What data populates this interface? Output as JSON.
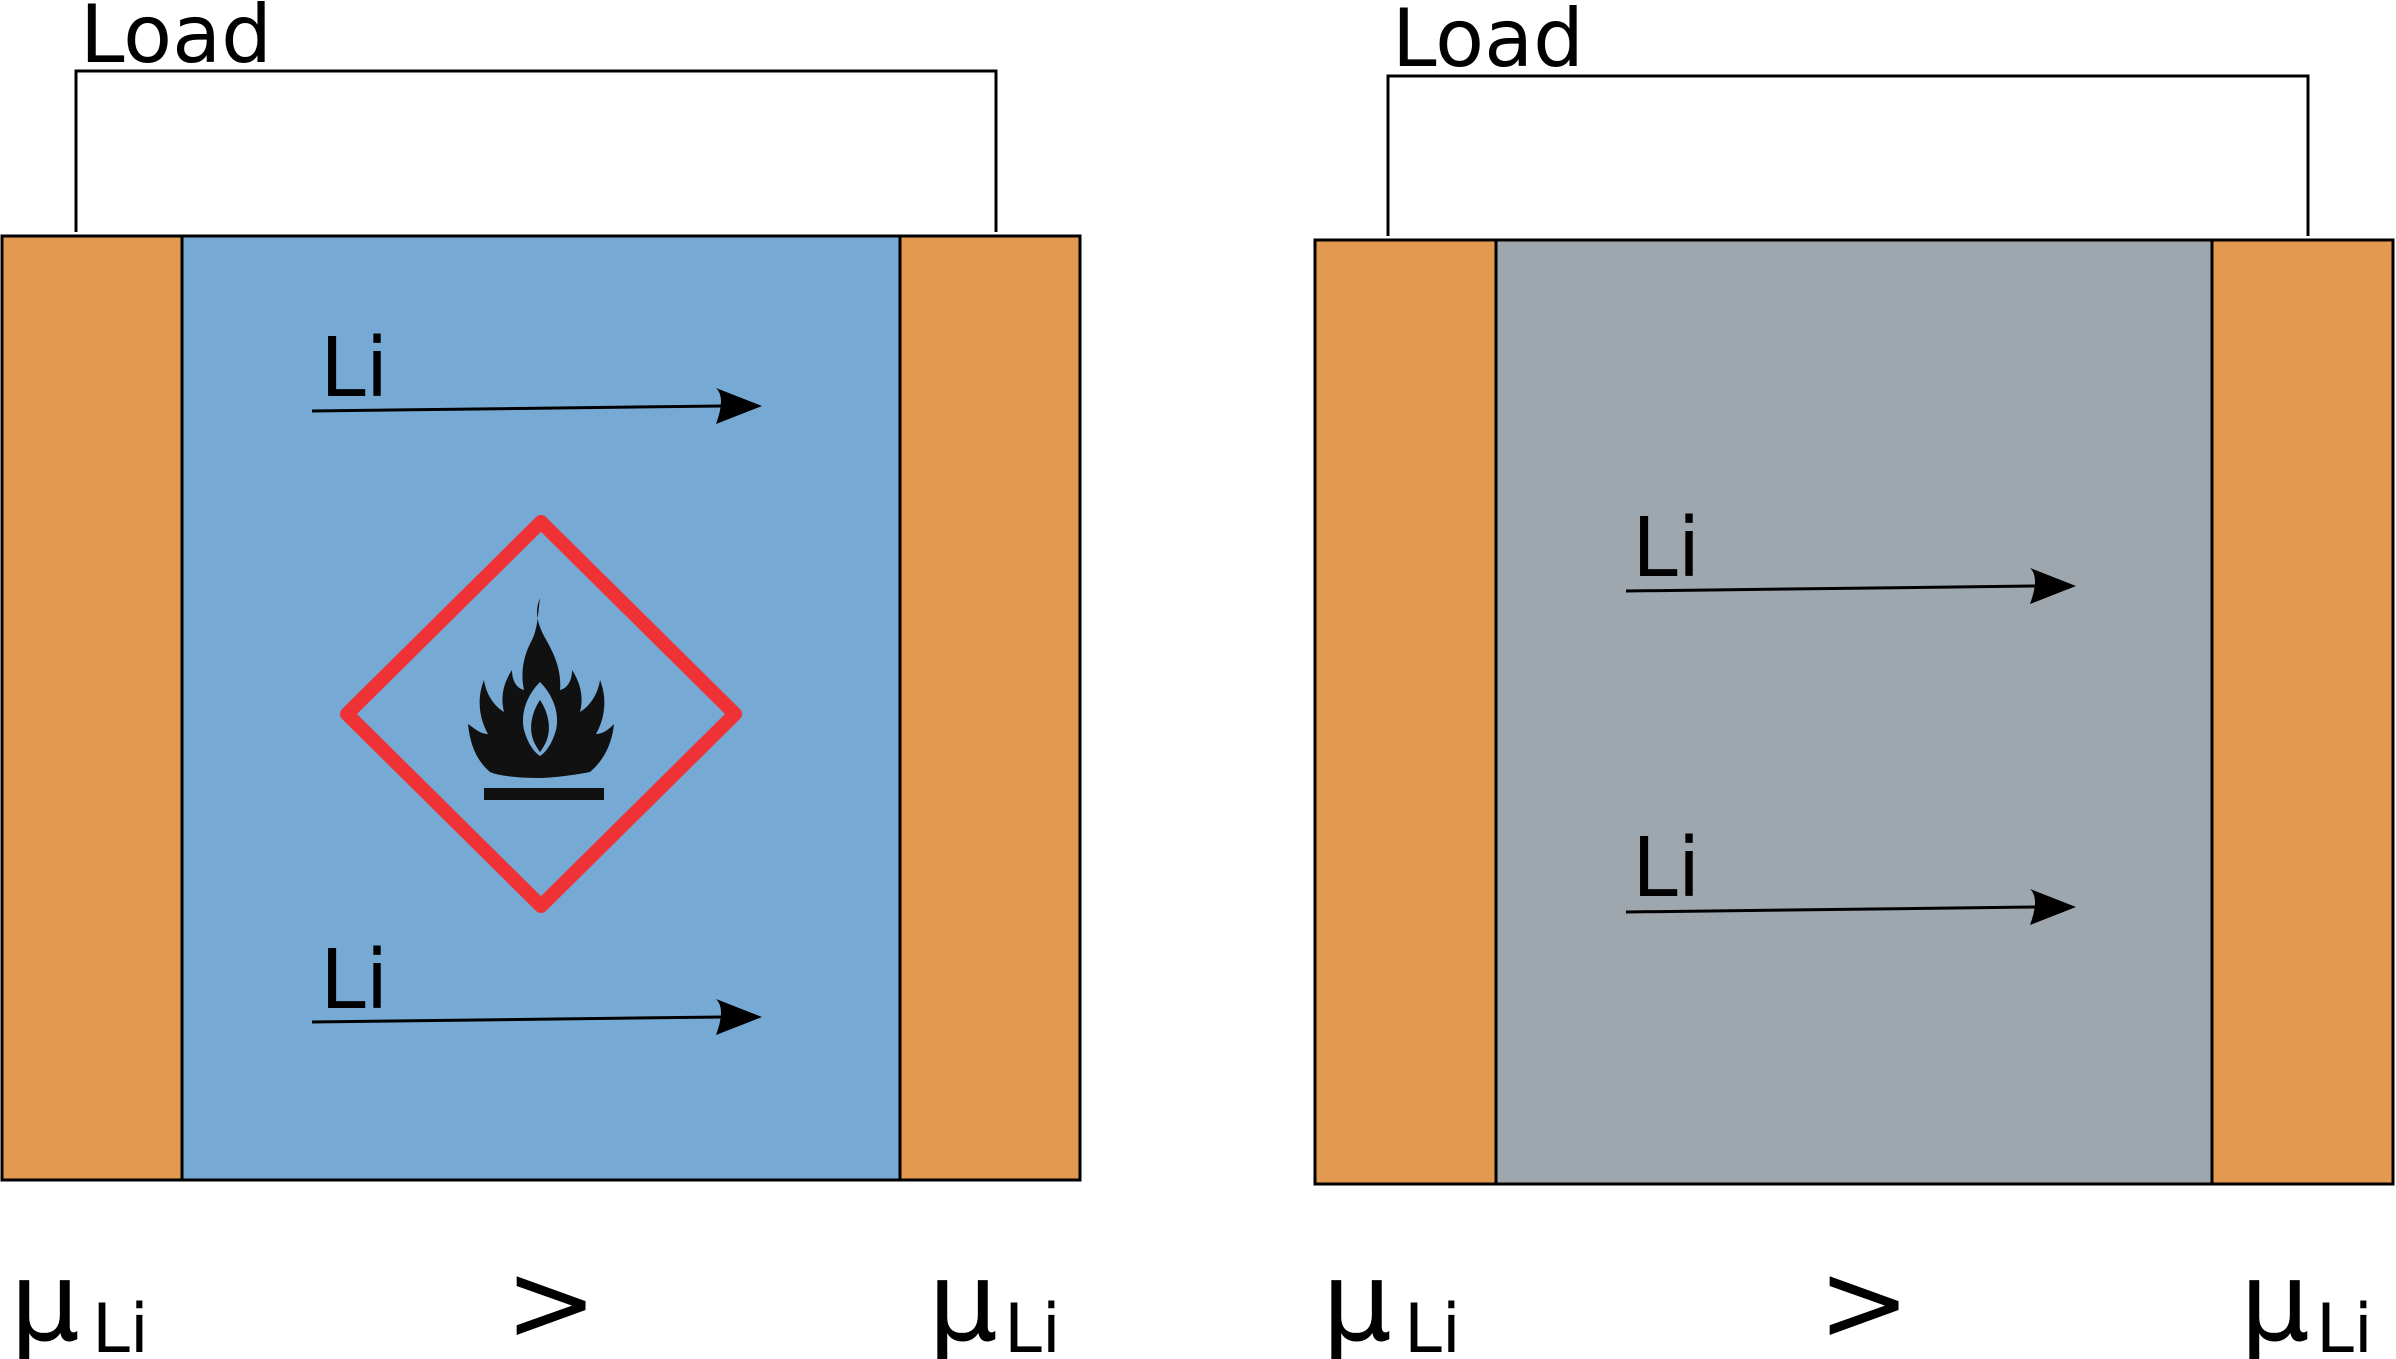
{
  "cells": [
    {
      "name": "liquid-electrolyte-cell",
      "load_label": "Load",
      "electrolyte_color": "#76aad5",
      "electrode_color": "#e39a50",
      "hazard_symbol": "flammable-pictogram-icon",
      "hazard_border_color": "#ef3235",
      "ion_arrows": [
        {
          "label": "Li"
        },
        {
          "label": "Li"
        }
      ],
      "potential_left": {
        "symbol": "μ",
        "subscript": "Li"
      },
      "comparison": ">",
      "potential_right": {
        "symbol": "μ",
        "subscript": "Li"
      }
    },
    {
      "name": "solid-electrolyte-cell",
      "load_label": "Load",
      "electrolyte_color": "#9ea6ae",
      "electrode_color": "#e39a50",
      "ion_arrows": [
        {
          "label": "Li"
        },
        {
          "label": "Li"
        }
      ],
      "potential_left": {
        "symbol": "μ",
        "subscript": "Li"
      },
      "comparison": ">",
      "potential_right": {
        "symbol": "μ",
        "subscript": "Li"
      }
    }
  ]
}
